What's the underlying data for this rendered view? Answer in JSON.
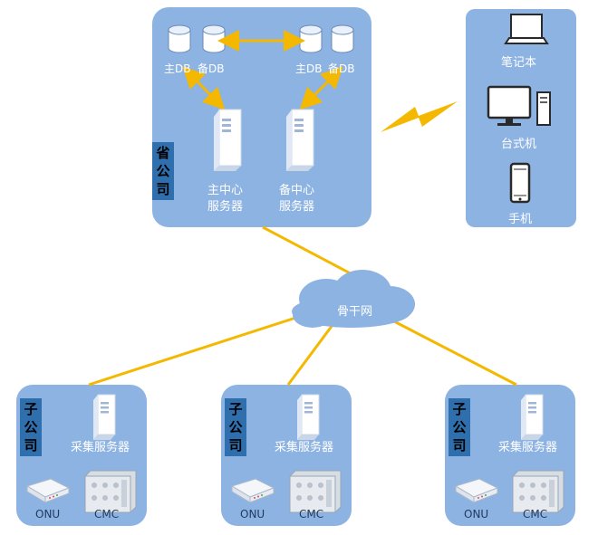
{
  "province": {
    "tag": [
      "省",
      "公",
      "司"
    ],
    "db_labels": [
      "主DB",
      "备DB",
      "主DB",
      "备DB"
    ],
    "main_server": [
      "主中心",
      "服务器"
    ],
    "backup_server": [
      "备中心",
      "服务器"
    ]
  },
  "terminals": {
    "laptop": "笔记本",
    "desktop": "台式机",
    "phone": "手机"
  },
  "backbone": "骨干网",
  "subsidiaries": [
    {
      "tag": [
        "子",
        "公",
        "司"
      ],
      "server": "采集服务器",
      "onu": "ONU",
      "cmc": "CMC"
    },
    {
      "tag": [
        "子",
        "公",
        "司"
      ],
      "server": "采集服务器",
      "onu": "ONU",
      "cmc": "CMC"
    },
    {
      "tag": [
        "子",
        "公",
        "司"
      ],
      "server": "采集服务器",
      "onu": "ONU",
      "cmc": "CMC"
    }
  ],
  "colors": {
    "panel": "#8db3e2",
    "tag": "#2f6fad",
    "link": "#f5b800"
  }
}
